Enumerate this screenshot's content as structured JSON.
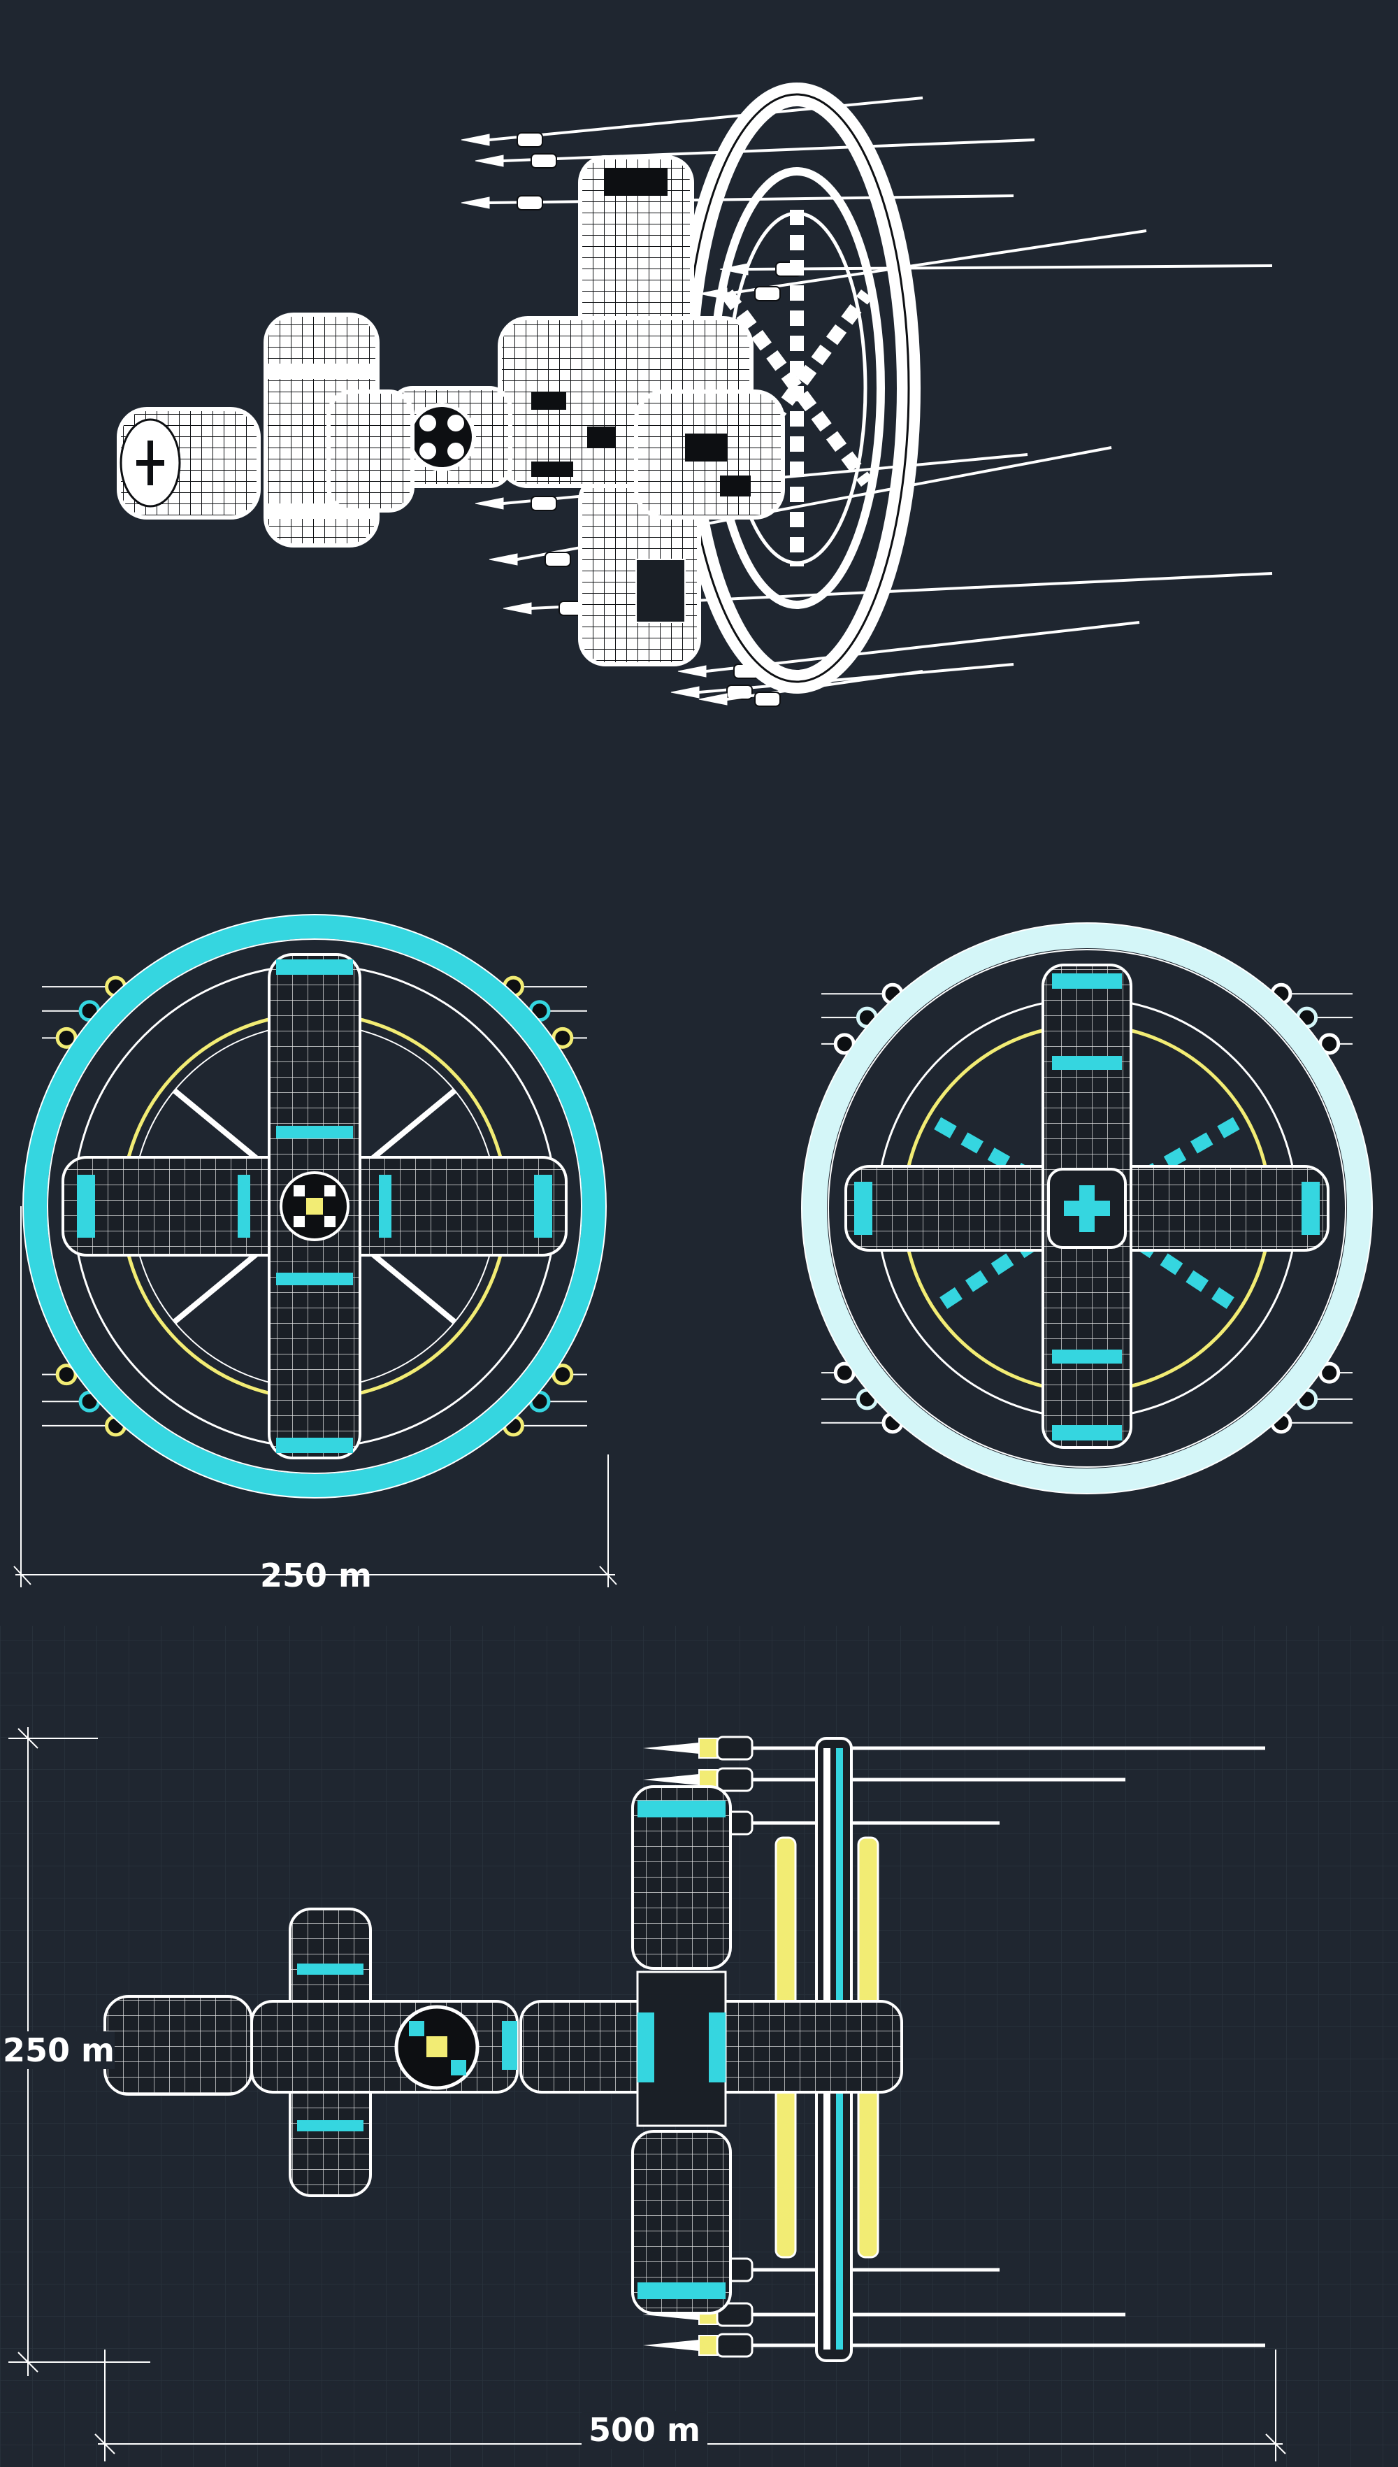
{
  "dimensions": {
    "front_width": "250 m",
    "side_height": "250 m",
    "side_length": "500 m"
  },
  "colors": {
    "background": "#1f2630",
    "grid": "#2a333e",
    "line": "#ffffff",
    "cyan": "#35d6e0",
    "pale_cyan": "#d4f6f8",
    "yellow": "#f2ec74",
    "dark": "#0d0f12"
  }
}
